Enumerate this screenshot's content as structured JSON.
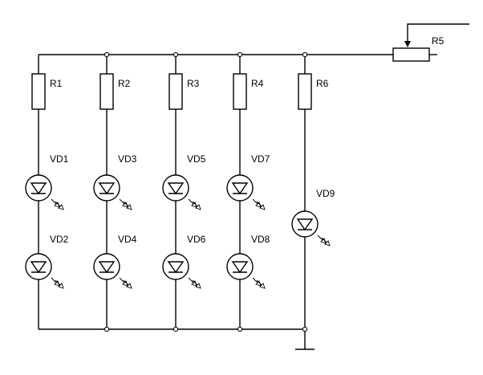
{
  "components": {
    "resistors": [
      "R1",
      "R2",
      "R3",
      "R4",
      "R6"
    ],
    "potentiometer": "R5",
    "leds": [
      "VD1",
      "VD2",
      "VD3",
      "VD4",
      "VD5",
      "VD6",
      "VD7",
      "VD8",
      "VD9"
    ]
  },
  "colors": {
    "line": "#000000",
    "background": "#ffffff"
  }
}
